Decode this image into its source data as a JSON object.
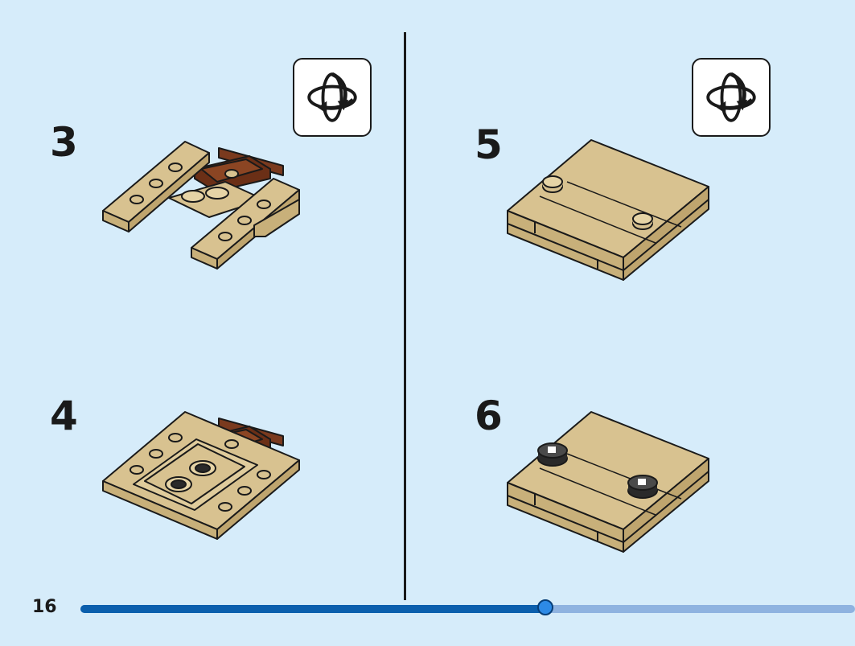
{
  "steps": [
    {
      "number": "3"
    },
    {
      "number": "4"
    },
    {
      "number": "5"
    },
    {
      "number": "6"
    }
  ],
  "icons": {
    "rotate": "rotate-model-icon"
  },
  "footer": {
    "page_number": "16",
    "progress_fraction": 0.6
  },
  "colors": {
    "background": "#d6ecfa",
    "tan": "#d8c290",
    "dark_brown": "#7a3a1e",
    "progress_fill": "#0b5fad",
    "progress_track": "#8fb3e0"
  }
}
